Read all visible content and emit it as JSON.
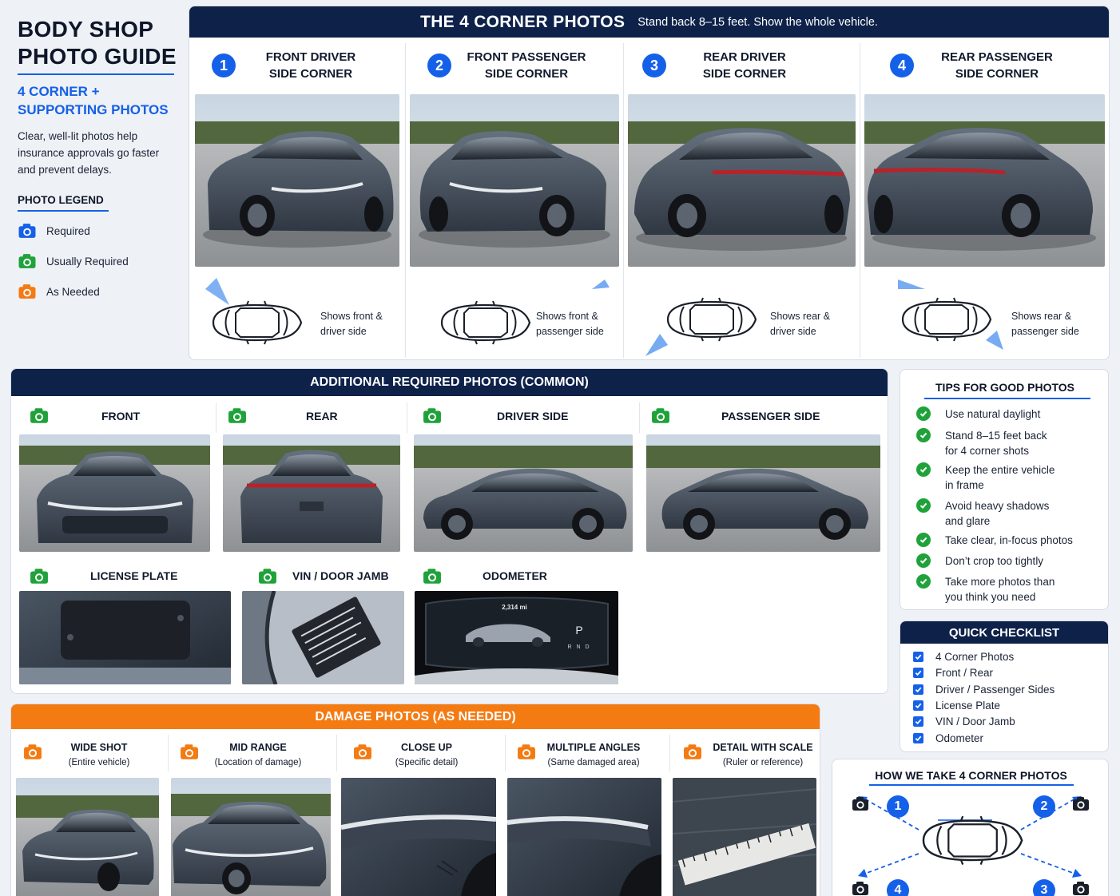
{
  "sidebar": {
    "title_line1": "BODY SHOP",
    "title_line2": "PHOTO GUIDE",
    "subtitle_line1": "4 CORNER +",
    "subtitle_line2": "SUPPORTING PHOTOS",
    "intro": "Clear, well-lit photos help insurance approvals go faster and prevent delays.",
    "legend_title": "PHOTO LEGEND",
    "legend": [
      {
        "label": "Required",
        "icon": "camera-icon",
        "color": "#1560e8"
      },
      {
        "label": "Usually Required",
        "icon": "camera-icon",
        "color": "#1fa23a"
      },
      {
        "label": "As Needed",
        "icon": "camera-icon",
        "color": "#f47a12"
      }
    ]
  },
  "corner": {
    "title": "THE 4 CORNER PHOTOS",
    "subtitle": "Stand back 8–15 feet.  Show the whole vehicle.",
    "items": [
      {
        "num": "1",
        "title_line1": "FRONT DRIVER",
        "title_line2": "SIDE CORNER",
        "desc_line1": "Shows front &",
        "desc_line2": "driver side"
      },
      {
        "num": "2",
        "title_line1": "FRONT PASSENGER",
        "title_line2": "SIDE CORNER",
        "desc_line1": "Shows front &",
        "desc_line2": "passenger side"
      },
      {
        "num": "3",
        "title_line1": "REAR DRIVER",
        "title_line2": "SIDE CORNER",
        "desc_line1": "Shows rear &",
        "desc_line2": "driver side"
      },
      {
        "num": "4",
        "title_line1": "REAR PASSENGER",
        "title_line2": "SIDE CORNER",
        "desc_line1": "Shows rear &",
        "desc_line2": "passenger side"
      }
    ]
  },
  "additional": {
    "title": "ADDITIONAL REQUIRED PHOTOS (COMMON)",
    "items": [
      "FRONT",
      "REAR",
      "DRIVER SIDE",
      "PASSENGER SIDE",
      "LICENSE PLATE",
      "VIN / DOOR JAMB",
      "ODOMETER"
    ],
    "odometer_reading": "2,314 mi",
    "gear_current": "P",
    "gears_other": "R N D"
  },
  "damage": {
    "title": "DAMAGE PHOTOS (AS NEEDED)",
    "items": [
      {
        "title": "WIDE SHOT",
        "sub": "(Entire vehicle)"
      },
      {
        "title": "MID RANGE",
        "sub": "(Location of damage)"
      },
      {
        "title": "CLOSE UP",
        "sub": "(Specific detail)"
      },
      {
        "title": "MULTIPLE ANGLES",
        "sub": "(Same damaged area)"
      },
      {
        "title": "DETAIL WITH SCALE",
        "sub": "(Ruler or reference)"
      }
    ]
  },
  "tips": {
    "title": "TIPS FOR GOOD PHOTOS",
    "items": [
      [
        "Use natural daylight"
      ],
      [
        "Stand 8–15 feet back",
        "for 4 corner shots"
      ],
      [
        "Keep the entire vehicle",
        "in frame"
      ],
      [
        "Avoid heavy shadows",
        "and glare"
      ],
      [
        "Take clear, in-focus photos"
      ],
      [
        "Don’t crop too tightly"
      ],
      [
        "Take more photos than",
        "you think you need"
      ]
    ]
  },
  "checklist": {
    "title": "QUICK CHECKLIST",
    "items": [
      "4 Corner Photos",
      "Front / Rear",
      "Driver / Passenger Sides",
      "License Plate",
      "VIN / Door Jamb",
      "Odometer"
    ]
  },
  "howto": {
    "title": "HOW WE TAKE 4 CORNER PHOTOS",
    "nums": [
      "1",
      "2",
      "4",
      "3"
    ]
  },
  "colors": {
    "navy": "#0d2149",
    "blue": "#1560e8",
    "green": "#1fa23a",
    "orange": "#f47a12"
  }
}
